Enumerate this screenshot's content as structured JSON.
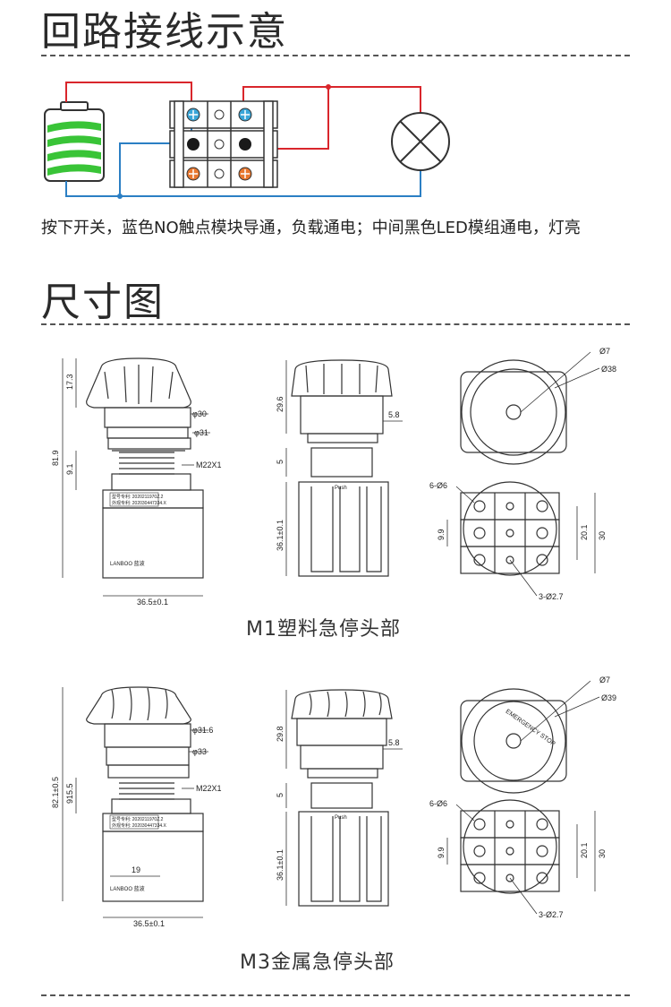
{
  "sections": {
    "wiring_title": "回路接线示意",
    "wiring_caption": "按下开关，蓝色NO触点模块导通，负载通电；中间黑色LED模组通电，灯亮",
    "dimension_title": "尺寸图"
  },
  "colors": {
    "wire_red": "#d9262c",
    "wire_blue": "#2b7fc4",
    "battery_green": "#39c437",
    "terminal_blue": "#3aa6d8",
    "terminal_orange": "#e8772e",
    "terminal_black": "#1a1a1a"
  },
  "m1": {
    "subtitle": "M1塑料急停头部",
    "front": {
      "d1": "17.3",
      "d2": "φ30",
      "d3": "φ31",
      "d4": "9.1",
      "d5": "81.9",
      "thread": "M22X1",
      "width": "36.5±0.1"
    },
    "side": {
      "d1": "29.6",
      "d2": "5.8",
      "d3": "5",
      "d4": "36.1±0.1",
      "push": "Push"
    },
    "top": {
      "hole": "Ø7",
      "dia": "Ø38"
    },
    "bottom": {
      "holes6": "6-Ø6",
      "holes3": "3-Ø2.7",
      "d1": "9.9",
      "d2": "20.1",
      "d3": "30"
    },
    "label_line1": "型号专利: 2020211970Z.2",
    "label_line2": "外观专利: 202030447334.X",
    "brand": "LANBOO 蓝波"
  },
  "m3": {
    "subtitle": "M3金属急停头部",
    "front": {
      "d2": "φ31.6",
      "d3": "φ33",
      "d4": "915.5",
      "d5": "82.1±0.5",
      "thread": "M22X1",
      "width": "36.5±0.1",
      "inner": "19"
    },
    "side": {
      "d1": "29.8",
      "d2": "5.8",
      "d3": "5",
      "d4": "36.1±0.1",
      "push": "Push"
    },
    "top": {
      "hole": "Ø7",
      "dia": "Ø39",
      "ring_text": "EMERGENCY STOP"
    },
    "bottom": {
      "holes6": "6-Ø6",
      "holes3": "3-Ø2.7",
      "d1": "9.9",
      "d2": "20.1",
      "d3": "30"
    },
    "label_line1": "型号专利: 2020211970Z.2",
    "label_line2": "外观专利: 202030447334.X",
    "brand": "LANBOO 蓝波"
  }
}
